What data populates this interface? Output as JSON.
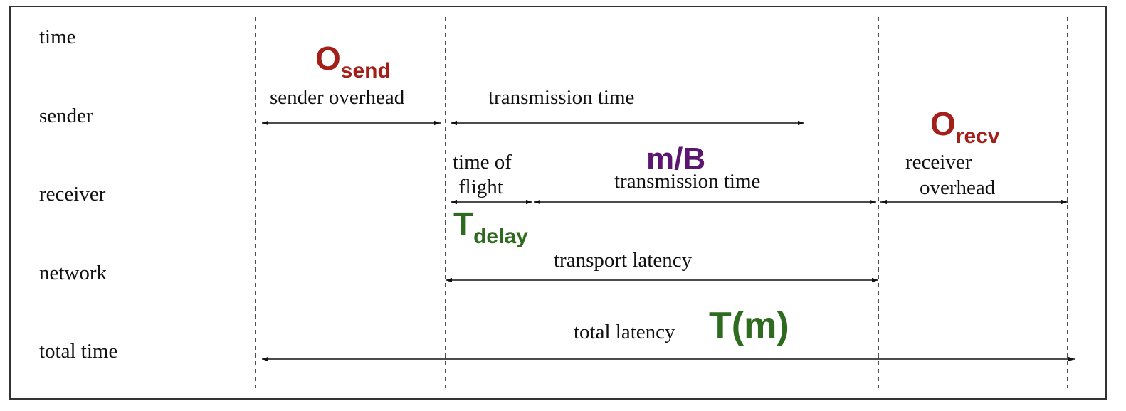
{
  "row_labels": {
    "time": "time",
    "sender": "sender",
    "receiver": "receiver",
    "network": "network",
    "total": "total time"
  },
  "span_labels": {
    "sender_overhead": "sender overhead",
    "sender_transmission": "transmission time",
    "time_of": "time of",
    "flight": "flight",
    "receiver_transmission": "transmission time",
    "receiver_overhead_1": "receiver",
    "receiver_overhead_2": "overhead",
    "transport_latency": "transport latency",
    "total_latency": "total latency"
  },
  "annotations": {
    "o_send": {
      "base": "O",
      "sub": "send"
    },
    "o_recv": {
      "base": "O",
      "sub": "recv"
    },
    "m_over_b": "m/B",
    "t_delay": {
      "base": "T",
      "sub": "delay"
    },
    "t_of_m": "T(m)"
  },
  "colors": {
    "overhead": "#a31f1a",
    "bandwidth": "#5c1670",
    "latency": "#2e6b1f",
    "line": "#111111"
  }
}
